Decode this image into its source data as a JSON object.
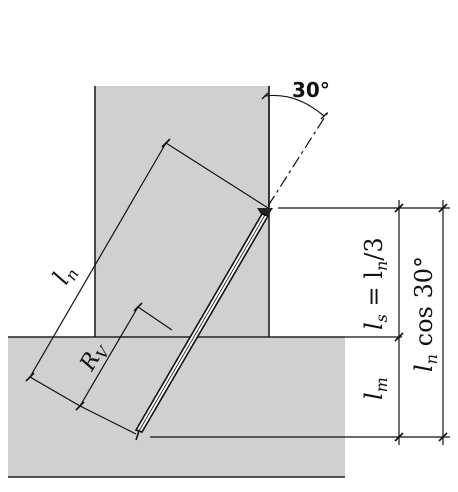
{
  "diagram": {
    "angle_label": "30°",
    "labels": {
      "ln": "l",
      "ln_sub": "n",
      "rv": "R",
      "rv_sub": "V",
      "ls_main": "l",
      "ls_sub": "s",
      "ls_rest": " = l",
      "ls_rest_sub": "n",
      "ls_tail": "/3",
      "lm": "l",
      "lm_sub": "m",
      "lncos": "l",
      "lncos_sub": "n",
      "lncos_tail": " cos 30°"
    },
    "colors": {
      "timber": "#d0d0d0",
      "line": "#111111",
      "background": "#ffffff"
    }
  }
}
